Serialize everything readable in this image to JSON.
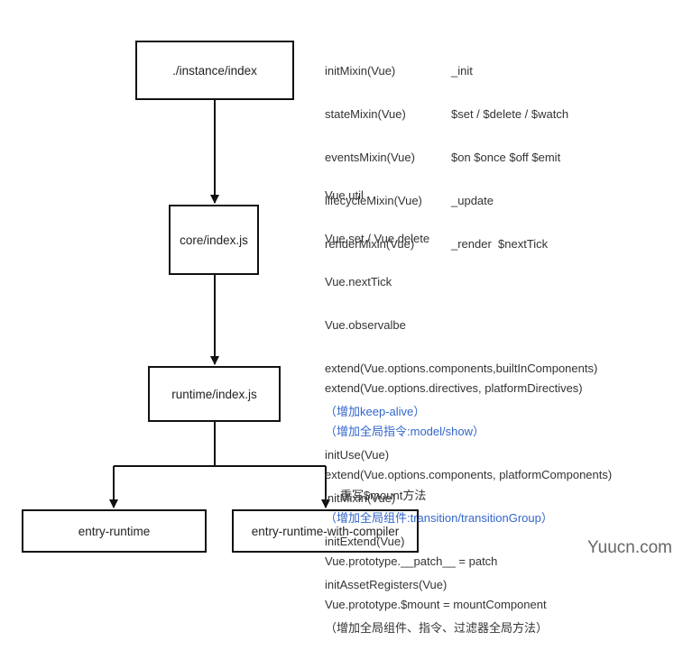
{
  "nodes": {
    "instance": "./instance/index",
    "core": "core/index.js",
    "runtime": "runtime/index.js",
    "entry_runtime": "entry-runtime",
    "entry_runtime_compiler": "entry-runtime-with-compiler"
  },
  "instance_notes": [
    {
      "mixin": "initMixin(Vue)",
      "adds": "_init"
    },
    {
      "mixin": "stateMixin(Vue)",
      "adds": "$set / $delete / $watch"
    },
    {
      "mixin": "eventsMixin(Vue)",
      "adds": "$on $once $off $emit"
    },
    {
      "mixin": "lifecycleMixin(Vue)",
      "adds": "_update"
    },
    {
      "mixin": "renderMixin(Vue)",
      "adds": "_render  $nextTick"
    }
  ],
  "core_notes": [
    {
      "text": "Vue.util",
      "highlight": false
    },
    {
      "text": "Vue.set / Vue.delete",
      "highlight": false
    },
    {
      "text": "Vue.nextTick",
      "highlight": false
    },
    {
      "text": "Vue.observalbe",
      "highlight": false
    },
    {
      "text": "extend(Vue.options.components,builtInComponents)",
      "highlight": false
    },
    {
      "text": "（增加keep-alive）",
      "highlight": true
    },
    {
      "text": "initUse(Vue)",
      "highlight": false
    },
    {
      "text": "initMixin(Vue)",
      "highlight": false
    },
    {
      "text": "initExtend(Vue)",
      "highlight": false
    },
    {
      "text": "initAssetRegisters(Vue)",
      "highlight": false
    },
    {
      "text": "（增加全局组件、指令、过滤器全局方法）",
      "highlight": false
    }
  ],
  "runtime_notes": [
    {
      "text": "extend(Vue.options.directives, platformDirectives)",
      "highlight": false
    },
    {
      "text": "（增加全局指令:model/show）",
      "highlight": true
    },
    {
      "text": "extend(Vue.options.components, platformComponents)",
      "highlight": false
    },
    {
      "text": "（增加全局组件:transition/transitionGroup）",
      "highlight": true
    },
    {
      "text": "Vue.prototype.__patch__ = patch",
      "highlight": false
    },
    {
      "text": "Vue.prototype.$mount = mountComponent",
      "highlight": false
    }
  ],
  "compiler_note": "重写$mount方法",
  "watermark": "Yuucn.com",
  "colors": {
    "line": "#111111",
    "highlight": "#3366cc"
  }
}
